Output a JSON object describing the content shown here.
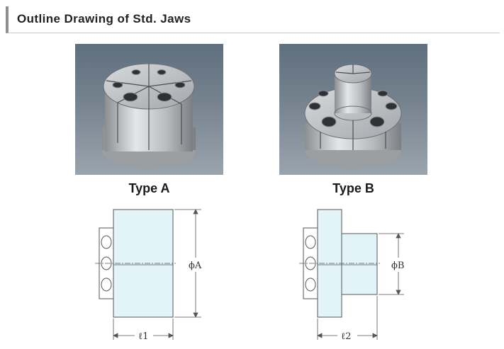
{
  "header": {
    "title": "Outline Drawing of Std. Jaws"
  },
  "types": [
    {
      "label": "Type A",
      "diameter_label": "ϕA",
      "length_label": "ℓ1"
    },
    {
      "label": "Type B",
      "diameter_label": "ϕB",
      "length_label": "ℓ2"
    }
  ],
  "colors": {
    "drawing_fill": "#e3f4f9",
    "drawing_stroke": "#555555",
    "photo_bg": "#6f7d89"
  }
}
